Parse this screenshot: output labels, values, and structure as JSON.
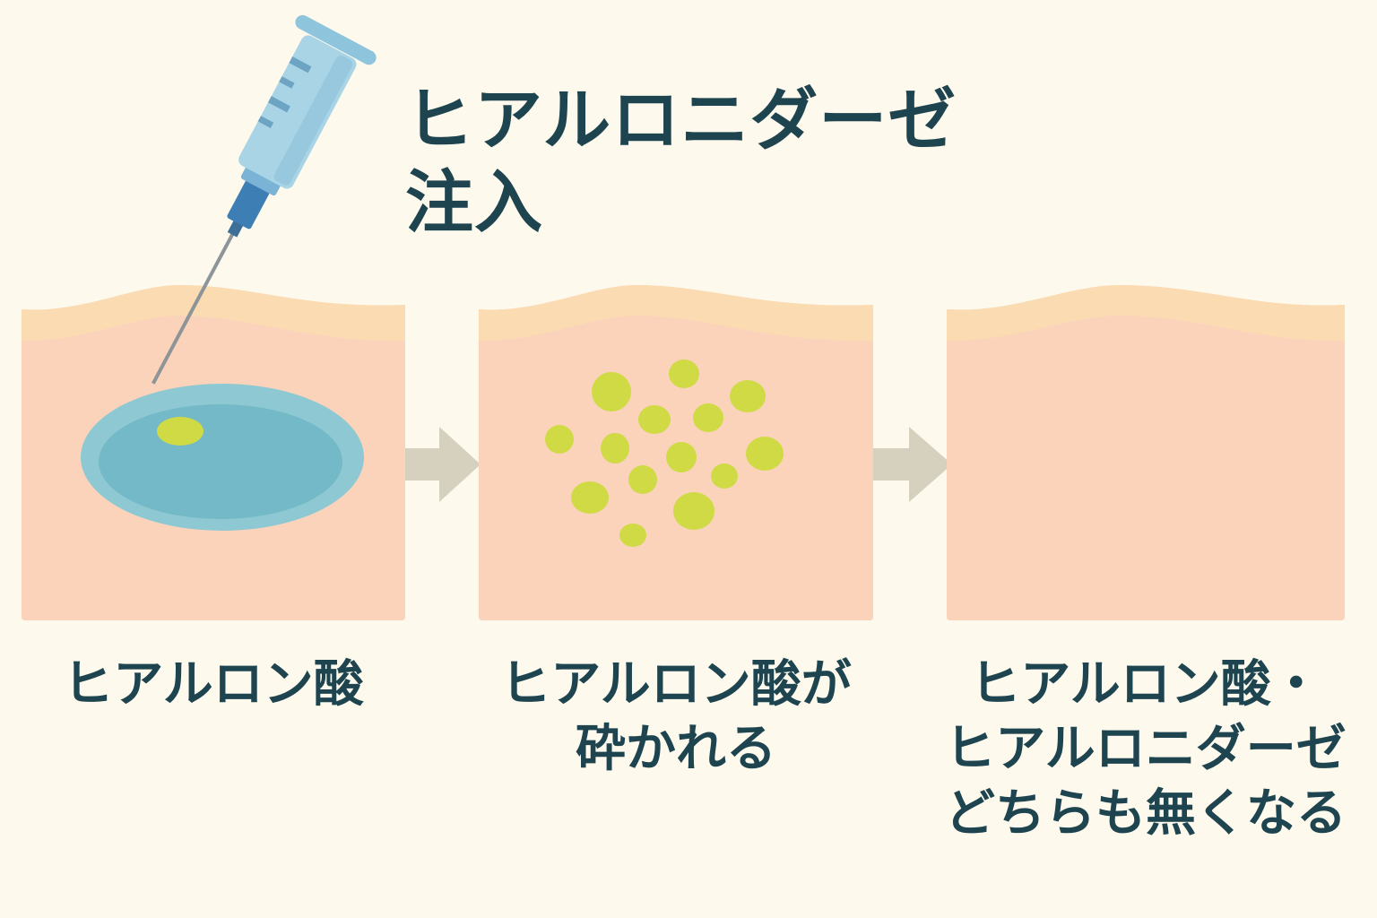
{
  "title": {
    "line1": "ヒアルロニダーゼ",
    "line2": "注入"
  },
  "stages": [
    {
      "caption_lines": [
        "ヒアルロン酸"
      ]
    },
    {
      "caption_lines": [
        "ヒアルロン酸が",
        "砕かれる"
      ]
    },
    {
      "caption_lines": [
        "ヒアルロン酸・",
        "ヒアルロニダーゼ",
        "どちらも無くなる"
      ]
    }
  ],
  "icons": {
    "syringe": "syringe-icon",
    "arrow": "arrow-right-icon"
  },
  "colors": {
    "background": "#fdf9ec",
    "skin_surface": "#fbdcb2",
    "skin_tissue": "#fbd3bb",
    "hyaluronidase": "#7dbfcb",
    "hyaluronic_acid": "#cfda45",
    "arrow": "#d6d1bf",
    "text": "#1e4450"
  }
}
